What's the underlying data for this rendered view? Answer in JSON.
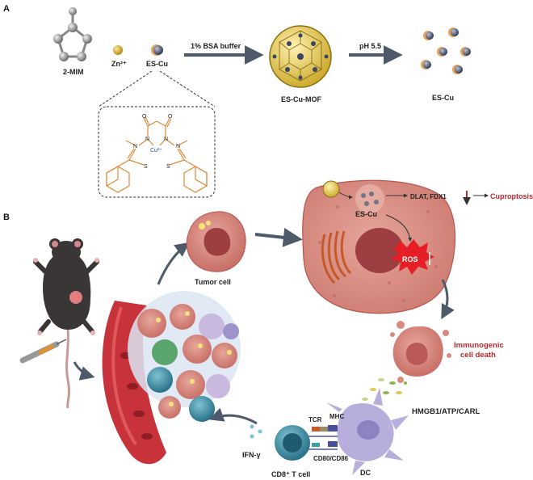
{
  "panels": {
    "a": "A",
    "b": "B"
  },
  "synthesis": {
    "ligand": "2-MIM",
    "zinc": "Zn²⁺",
    "drug": "ES-Cu",
    "buffer": "1% BSA buffer",
    "mof": "ES-Cu-MOF",
    "ph": "pH 5.5",
    "release": "ES-Cu"
  },
  "structure": {
    "atoms": {
      "o": "O",
      "n": "N",
      "s": "S",
      "cu": "Cu²⁺"
    }
  },
  "mechanism": {
    "tumor_cell": "Tumor cell",
    "escu_in_cell": "ES-Cu",
    "targets": "DLAT, FDX1",
    "cuproptosis": "Cuproptosis",
    "ros": "ROS",
    "icd_line1": "Immunogenic",
    "icd_line2": "cell death",
    "damps": "HMGB1/ATP/CARL",
    "dc": "DC",
    "tcr": "TCR",
    "mhc": "MHC",
    "costim": "CD80/CD86",
    "tcell": "CD8⁺ T cell",
    "ifn": "IFN-γ"
  },
  "colors": {
    "red_text": "#c0272d",
    "arrow": "#4e5a6a",
    "tumor": "#d98a80",
    "vessel": "#c8323a",
    "dc": "#b8aedb",
    "tcell": "#3a8fa8",
    "mof": "#e2c85a"
  }
}
